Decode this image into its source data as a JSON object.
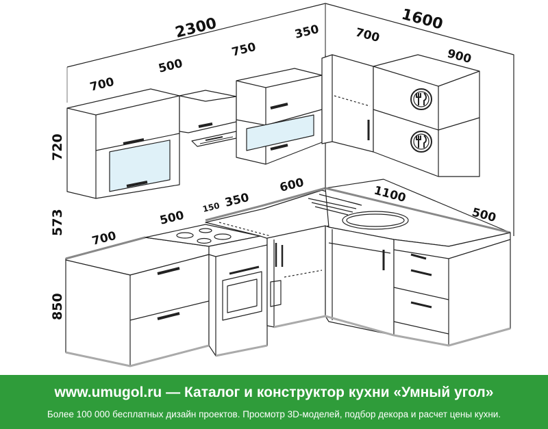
{
  "dimensions": {
    "total_left": "2300",
    "total_right": "1600",
    "upper_700": "700",
    "upper_500": "500",
    "upper_750": "750",
    "upper_350": "350",
    "upper_corner_700": "700",
    "upper_900": "900",
    "height_upper": "720",
    "height_gap": "573",
    "height_base": "850",
    "base_700": "700",
    "base_500": "500",
    "base_150": "150",
    "base_350": "350",
    "base_600": "600",
    "base_1100": "1100",
    "base_500_right": "500"
  },
  "footer": {
    "site": "www.umugol.ru",
    "dash": "—",
    "tagline": "Каталог и конструктор кухни «Умный угол»",
    "description": "Более 100 000 бесплатных дизайн проектов. Просмотр 3D-моделей, подбор декора и расчет цены кухни.",
    "background_color": "#2f9c3a",
    "text_color": "#ffffff"
  },
  "icons": [
    "fork-knife-icon",
    "fork-knife-icon"
  ]
}
